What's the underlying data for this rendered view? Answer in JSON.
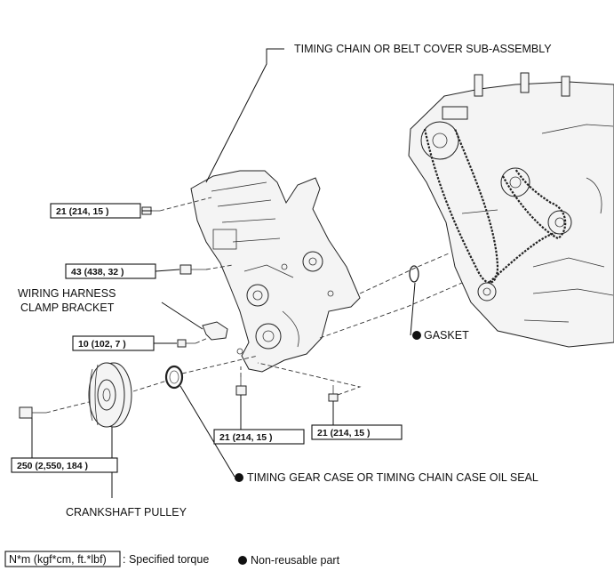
{
  "labels": {
    "cover": "TIMING CHAIN OR BELT COVER SUB-ASSEMBLY",
    "bracket_line1": "WIRING HARNESS",
    "bracket_line2": "CLAMP BRACKET",
    "gasket": "GASKET",
    "oil_seal": "TIMING GEAR CASE OR TIMING CHAIN CASE OIL SEAL",
    "pulley": "CRANKSHAFT PULLEY"
  },
  "torques": {
    "t1": "21 (214, 15 )",
    "t2": "43 (438, 32 )",
    "t3": "10 (102, 7 )",
    "t4": "21 (214, 15 )",
    "t5": "21 (214, 15 )",
    "t6": "250 (2,550, 184 )"
  },
  "legend": {
    "torque_unit": "N*m (kgf*cm, ft.*lbf)",
    "torque_desc": ": Specified torque",
    "nonreusable": "Non-reusable part"
  },
  "icons": {
    "nonreusable_marker": "filled-circle-icon"
  }
}
